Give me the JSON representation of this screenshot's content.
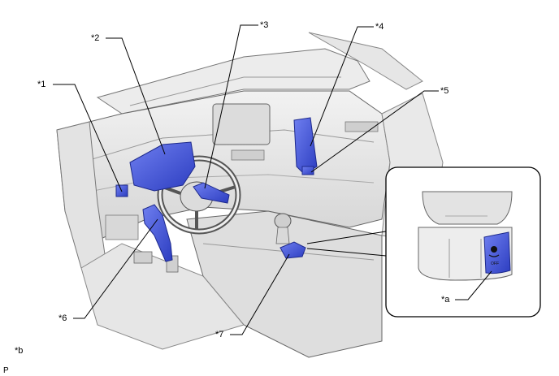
{
  "callouts": {
    "c1": "*1",
    "c2": "*2",
    "c3": "*3",
    "c4": "*4",
    "c5": "*5",
    "c6": "*6",
    "c7": "*7",
    "ca": "*a",
    "cb": "*b"
  },
  "footer_mark": "P",
  "switch_icon_text": "OFF",
  "colors": {
    "highlight_part": "#3b4fd6",
    "outline": "#555555",
    "leader_line": "#000000"
  }
}
